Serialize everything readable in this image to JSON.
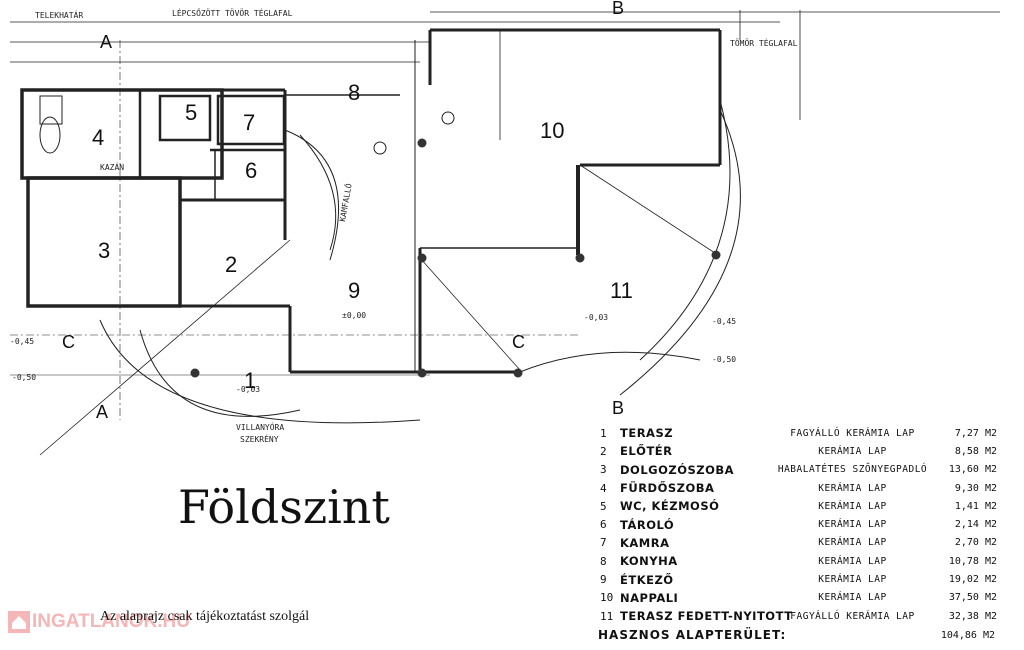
{
  "floor_title": "Földszint",
  "disclaimer": "Az alaprajz csak tájékoztatást szolgál",
  "watermark": "INGATLANOK.HU",
  "plan_labels": {
    "lot_line": "TELEKHATÁR",
    "wall_top": "LÉPCSŐZÖTT TÖVÖR TÉGLAFAL",
    "wall_right": "TÖMÖR TÉGLAFAL",
    "boiler": "KAZÁN",
    "stair": "KAMFALLÓ",
    "meter_box_1": "VILLANYÓRA",
    "meter_box_2": "SZEKRÉNY",
    "axis_a": "A",
    "axis_b": "B",
    "axis_c": "C",
    "level_1": "-0,45",
    "level_2": "-0,50",
    "level_3": "±0,00",
    "level_4": "-0,03",
    "level_5": "-0,03",
    "level_6": "-0,45",
    "level_7": "-0,50"
  },
  "room_numbers": [
    "1",
    "2",
    "3",
    "4",
    "5",
    "6",
    "7",
    "8",
    "9",
    "10",
    "11"
  ],
  "rooms": [
    {
      "num": "1",
      "name": "TERASZ",
      "material": "FAGYÁLLÓ KERÁMIA LAP",
      "area": "7,27 M2"
    },
    {
      "num": "2",
      "name": "ELŐTÉR",
      "material": "KERÁMIA LAP",
      "area": "8,58 M2"
    },
    {
      "num": "3",
      "name": "DOLGOZÓSZOBA",
      "material": "HABALATÉTES SZŐNYEGPADLÓ",
      "area": "13,60 M2"
    },
    {
      "num": "4",
      "name": "FÜRDŐSZOBA",
      "material": "KERÁMIA LAP",
      "area": "9,30 M2"
    },
    {
      "num": "5",
      "name": "WC, KÉZMOSÓ",
      "material": "KERÁMIA LAP",
      "area": "1,41 M2"
    },
    {
      "num": "6",
      "name": "TÁROLÓ",
      "material": "KERÁMIA LAP",
      "area": "2,14 M2"
    },
    {
      "num": "7",
      "name": "KAMRA",
      "material": "KERÁMIA LAP",
      "area": "2,70 M2"
    },
    {
      "num": "8",
      "name": "KONYHA",
      "material": "KERÁMIA LAP",
      "area": "10,78 M2"
    },
    {
      "num": "9",
      "name": "ÉTKEZŐ",
      "material": "KERÁMIA LAP",
      "area": "19,02 M2"
    },
    {
      "num": "10",
      "name": "NAPPALI",
      "material": "KERÁMIA LAP",
      "area": "37,50 M2"
    },
    {
      "num": "11",
      "name": "TERASZ FEDETT-NYITOTT",
      "material": "FAGYÁLLÓ KERÁMIA LAP",
      "area": "32,38 M2"
    }
  ],
  "total": {
    "label": "HASZNOS ALAPTERÜLET:",
    "value": "104,86 M2"
  }
}
